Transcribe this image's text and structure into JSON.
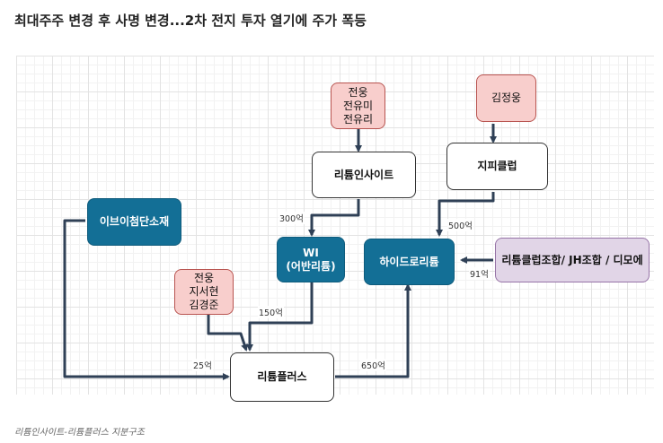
{
  "title": "최대주주 변경 후 사명 변경...2차 전지 투자 열기에 주가 폭등",
  "caption": "리튬인사이트-리튬플러스 지분구조",
  "colors": {
    "blue_node": "#136f96",
    "pink_node": "#f8cecc",
    "purple_node": "#e1d5e7",
    "arrow": "#2f4056"
  },
  "nodes": {
    "shareholders_top": "전웅\n전유미\n전유리",
    "lithium_insight": "리튬인사이트",
    "kim_jungwoong": "김정웅",
    "jipi_club": "지피클럽",
    "ivy_advanced": "이브이첨단소재",
    "wi": "WI\n(어반리튬)",
    "hydro_lithium": "하이드로리튬",
    "lithium_club_group": "리튬클럽조합/ JH조합 / 디모에",
    "shareholders_bottom": "전웅\n지서현\n김경준",
    "lithium_plus": "리튬플러스"
  },
  "edges": {
    "insight_to_wi": "300억",
    "jipi_to_hydro": "500억",
    "club_to_hydro": "91억",
    "wi_to_plus": "150억",
    "ivy_to_plus": "25억",
    "plus_to_hydro": "650억"
  }
}
